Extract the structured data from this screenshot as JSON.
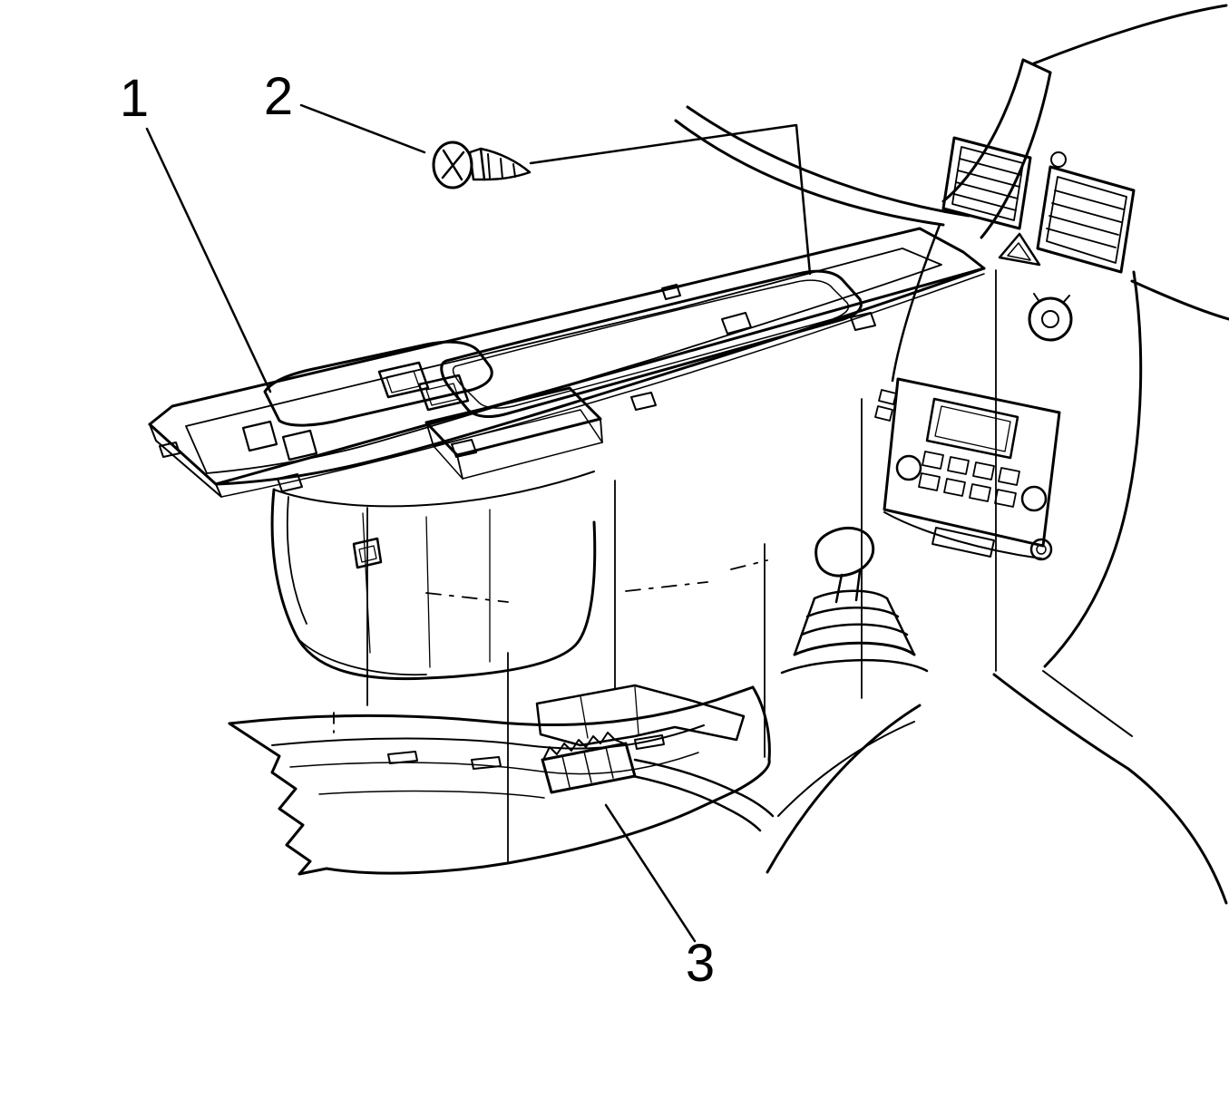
{
  "figure": {
    "type": "exploded parts diagram",
    "background_color": "#ffffff",
    "line_color": "#000000"
  },
  "callouts": [
    {
      "label": "1",
      "part": "center-console-trim-plate"
    },
    {
      "label": "2",
      "part": "screw"
    },
    {
      "label": "3",
      "part": "wiring-harness-connector"
    }
  ]
}
